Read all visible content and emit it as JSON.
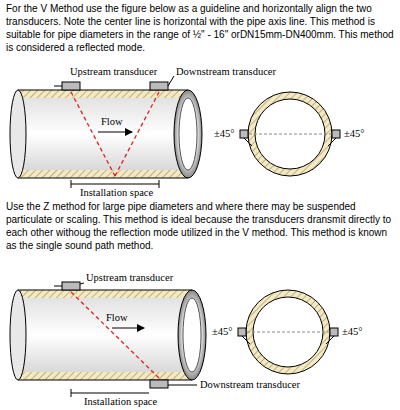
{
  "diagram": {
    "labels": [
      "For the V Method use the figure below as a guideline and horizontally align the two transducers. Note the center line is horizontal with the pipe axis line. This method is suitable for pipe diameters in the range of ½\" - 16\" orDN15mm-DN400mm. This method is considered a reflected mode.",
      "Upstream transducer",
      "Downstream transducer",
      "Flow",
      "±45°",
      "±45°",
      "Installation space",
      "Use the Z method for large pipe diameters and where there may be suspended particulate or scaling. This method is ideal because the transducers dransmit directly to each other withoug the reflection mode utilized in the V method. This method is known as the single sound path method.",
      "Upstream transducer",
      "Flow",
      "±45°",
      "±45°",
      "Downstream transducer",
      "Installation space"
    ]
  }
}
